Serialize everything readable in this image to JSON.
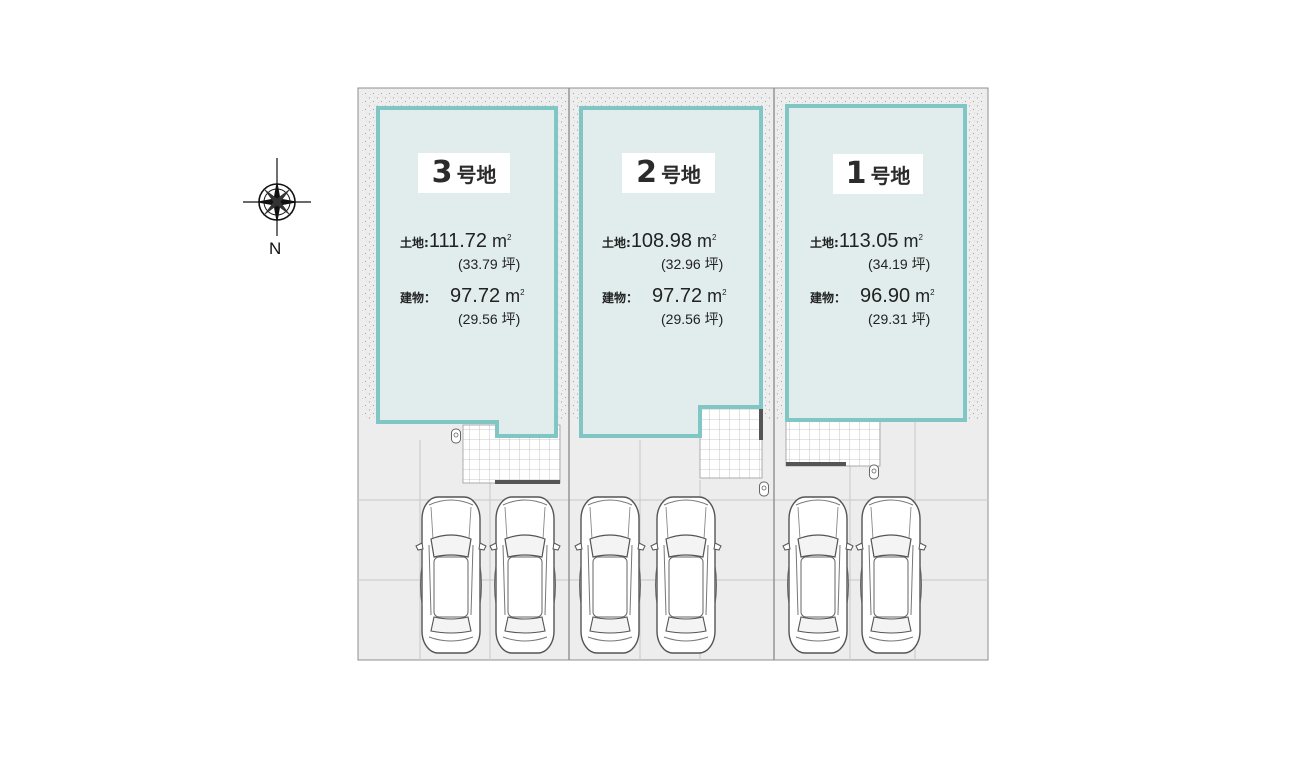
{
  "north_label": "N",
  "lots": [
    {
      "number": "3",
      "suffix": "号地",
      "land_caption": "土地:",
      "land_area": "111.72",
      "land_tsubo": "(33.79 坪)",
      "building_caption": "建物：",
      "building_area": "97.72",
      "building_tsubo": "(29.56 坪)",
      "unit": "m",
      "unit_sup": "2"
    },
    {
      "number": "2",
      "suffix": "号地",
      "land_caption": "土地:",
      "land_area": "108.98",
      "land_tsubo": "(32.96 坪)",
      "building_caption": "建物：",
      "building_area": "97.72",
      "building_tsubo": "(29.56 坪)",
      "unit": "m",
      "unit_sup": "2"
    },
    {
      "number": "1",
      "suffix": "号地",
      "land_caption": "土地:",
      "land_area": "113.05",
      "land_tsubo": "(34.19 坪)",
      "building_caption": "建物：",
      "building_area": "96.90",
      "building_tsubo": "(29.31 坪)",
      "unit": "m",
      "unit_sup": "2"
    }
  ],
  "colors": {
    "building_fill": "#e1ecec",
    "building_border": "#7fc6c4",
    "gravel": "#ececec",
    "pavement": "#ededed",
    "line": "#9a9a9a"
  }
}
